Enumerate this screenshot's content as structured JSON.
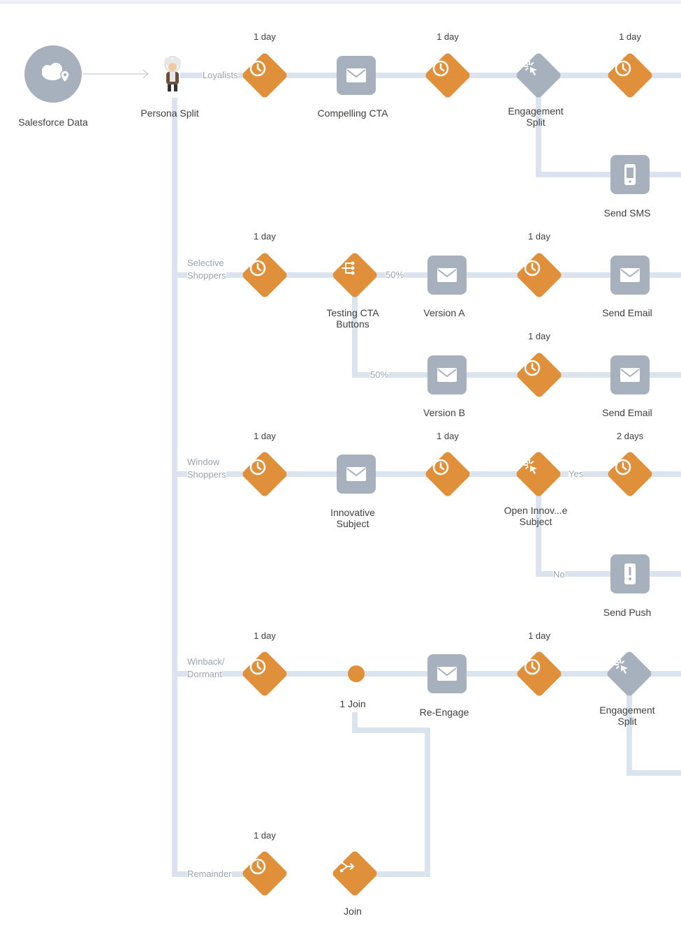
{
  "source": {
    "label": "Salesforce Data"
  },
  "split": {
    "label": "Persona Split"
  },
  "paths": {
    "loyalists": "Loyalists",
    "selective": [
      "Selective",
      "Shoppers"
    ],
    "window": [
      "Window",
      "Shoppers"
    ],
    "winback": [
      "Winback/",
      "Dormant"
    ],
    "remainder": "Remainder"
  },
  "durations": {
    "r1_w1": "1 day",
    "r1_w2": "1 day",
    "r1_w3": "1 day",
    "r2_w1": "1 day",
    "r2_w2": "1 day",
    "r2_w3": "1 day",
    "r3_w1": "1 day",
    "r3_w2": "1 day",
    "r3_w3": "2 days",
    "r4_w1": "1 day",
    "r4_w2": "1 day",
    "r5_w1": "1 day"
  },
  "labels": {
    "compelling_cta": "Compelling CTA",
    "engagement_split_1": [
      "Engagement",
      "Split"
    ],
    "send_sms": "Send SMS",
    "testing_cta": [
      "Testing CTA",
      "Buttons"
    ],
    "version_a": "Version A",
    "version_b": "Version B",
    "send_email_1": "Send Email",
    "send_email_2": "Send Email",
    "pct_a": "50%",
    "pct_b": "50%",
    "innovative_subject": [
      "Innovative",
      "Subject"
    ],
    "open_innov": [
      "Open Innov...e",
      "Subject"
    ],
    "yes": "Yes",
    "no": "No",
    "send_push": "Send Push",
    "one_join": "1 Join",
    "re_engage": "Re-Engage",
    "engagement_split_2": [
      "Engagement",
      "Split"
    ],
    "join": "Join"
  },
  "colors": {
    "wait": "#e0903a",
    "activity": "#a7b1be",
    "path_line": "#dbe4ee"
  },
  "icons": [
    "salesforce-cloud-icon",
    "persona-avatar-icon",
    "clock-icon",
    "envelope-icon",
    "click-icon",
    "mobile-icon",
    "push-icon",
    "split-test-icon",
    "join-icon"
  ]
}
